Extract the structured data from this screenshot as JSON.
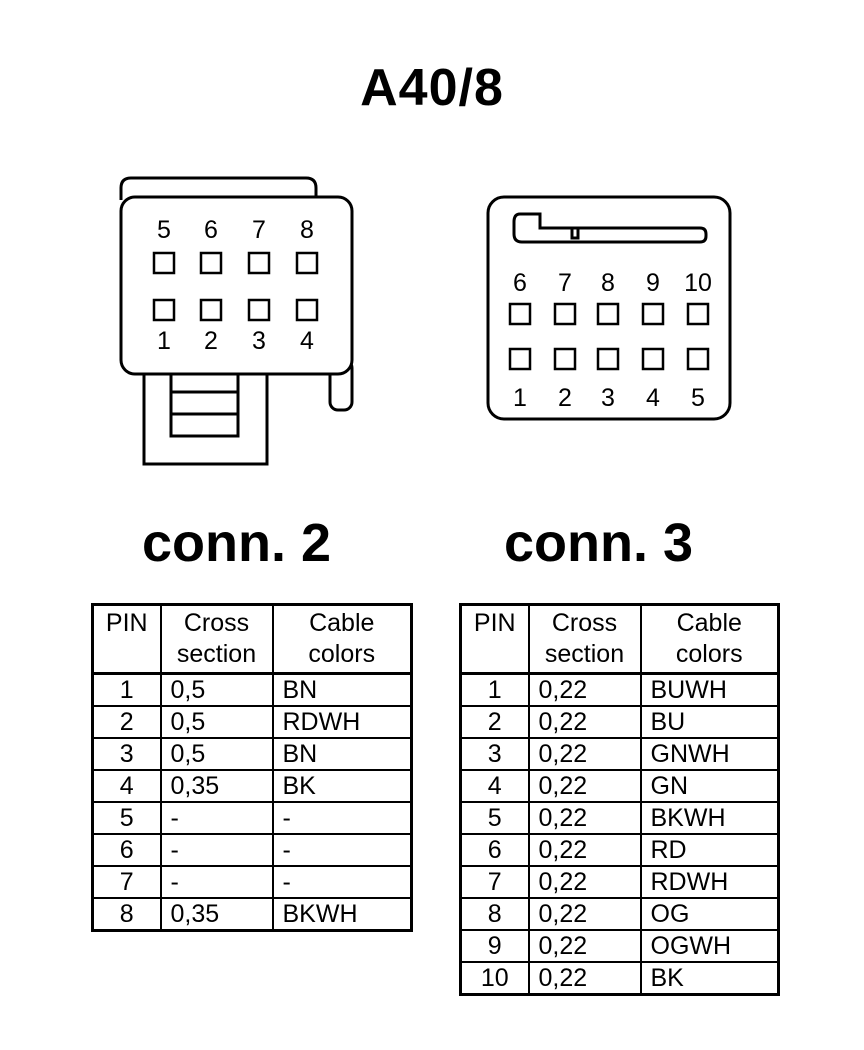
{
  "title": "A40/8",
  "connectors": [
    {
      "label": "conn. 2",
      "pin_numbers_top": [
        "5",
        "6",
        "7",
        "8"
      ],
      "pin_numbers_bottom": [
        "1",
        "2",
        "3",
        "4"
      ]
    },
    {
      "label": "conn. 3",
      "pin_numbers_top": [
        "6",
        "7",
        "8",
        "9",
        "10"
      ],
      "pin_numbers_bottom": [
        "1",
        "2",
        "3",
        "4",
        "5"
      ]
    }
  ],
  "tables": [
    {
      "headers": {
        "pin": "PIN",
        "cross1": "Cross",
        "cross2": "section",
        "cable1": "Cable",
        "cable2": "colors"
      },
      "rows": [
        {
          "pin": "1",
          "cross_section": "0,5",
          "cable_color": "BN"
        },
        {
          "pin": "2",
          "cross_section": "0,5",
          "cable_color": "RDWH"
        },
        {
          "pin": "3",
          "cross_section": "0,5",
          "cable_color": "BN"
        },
        {
          "pin": "4",
          "cross_section": "0,35",
          "cable_color": "BK"
        },
        {
          "pin": "5",
          "cross_section": "-",
          "cable_color": "-"
        },
        {
          "pin": "6",
          "cross_section": "-",
          "cable_color": "-"
        },
        {
          "pin": "7",
          "cross_section": "-",
          "cable_color": "-"
        },
        {
          "pin": "8",
          "cross_section": "0,35",
          "cable_color": "BKWH"
        }
      ]
    },
    {
      "headers": {
        "pin": "PIN",
        "cross1": "Cross",
        "cross2": "section",
        "cable1": "Cable",
        "cable2": "colors"
      },
      "rows": [
        {
          "pin": "1",
          "cross_section": "0,22",
          "cable_color": "BUWH"
        },
        {
          "pin": "2",
          "cross_section": "0,22",
          "cable_color": "BU"
        },
        {
          "pin": "3",
          "cross_section": "0,22",
          "cable_color": "GNWH"
        },
        {
          "pin": "4",
          "cross_section": "0,22",
          "cable_color": "GN"
        },
        {
          "pin": "5",
          "cross_section": "0,22",
          "cable_color": "BKWH"
        },
        {
          "pin": "6",
          "cross_section": "0,22",
          "cable_color": "RD"
        },
        {
          "pin": "7",
          "cross_section": "0,22",
          "cable_color": "RDWH"
        },
        {
          "pin": "8",
          "cross_section": "0,22",
          "cable_color": "OG"
        },
        {
          "pin": "9",
          "cross_section": "0,22",
          "cable_color": "OGWH"
        },
        {
          "pin": "10",
          "cross_section": "0,22",
          "cable_color": "BK"
        }
      ]
    }
  ]
}
